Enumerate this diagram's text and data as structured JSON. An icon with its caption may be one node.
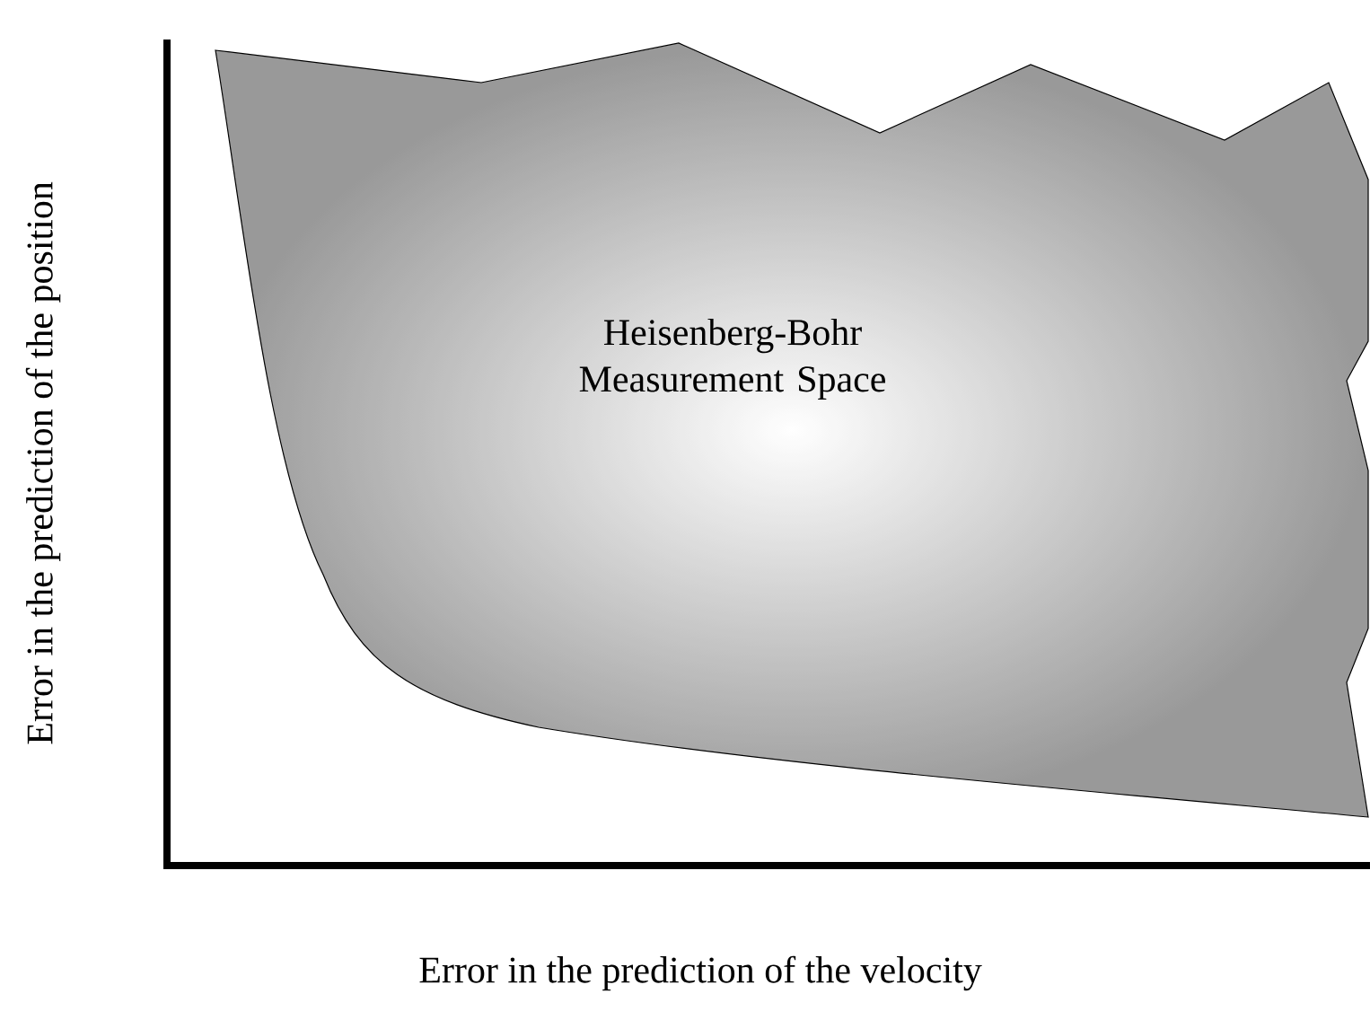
{
  "diagram": {
    "nodes": [
      {
        "text": [
          "Heisenberg-Bohr Measurement Space"
        ]
      }
    ],
    "labels": [
      "Error in the prediction of the position",
      "Error in the prediction of the velocity"
    ]
  }
}
